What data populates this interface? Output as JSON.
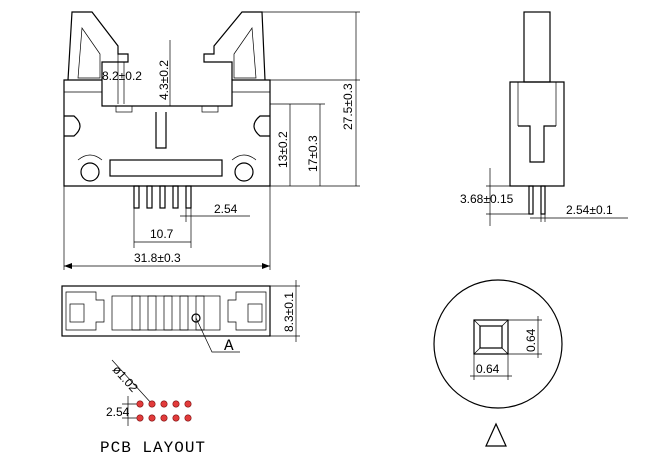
{
  "front_view": {
    "dim_latch_gap": "8.2±0.2",
    "dim_pin_offset": "4.3±0.2",
    "dim_body_height": "13±0.2",
    "dim_shoulder_height": "17±0.3",
    "dim_total_height": "27.5±0.3",
    "dim_pitch": "2.54",
    "dim_pin_span": "10.7",
    "dim_total_width": "31.8±0.3"
  },
  "side_view": {
    "dim_pin_length": "3.68±0.15",
    "dim_pitch": "2.54±0.1"
  },
  "bottom_view": {
    "dim_depth": "8.3±0.1",
    "callout": "A"
  },
  "detail_view": {
    "dim_square_h": "0.64",
    "dim_square_w": "0.64",
    "label": "A"
  },
  "pcb_layout": {
    "title": "PCB LAYOUT",
    "dim_hole": "ø1.02",
    "dim_pitch": "2.54"
  }
}
